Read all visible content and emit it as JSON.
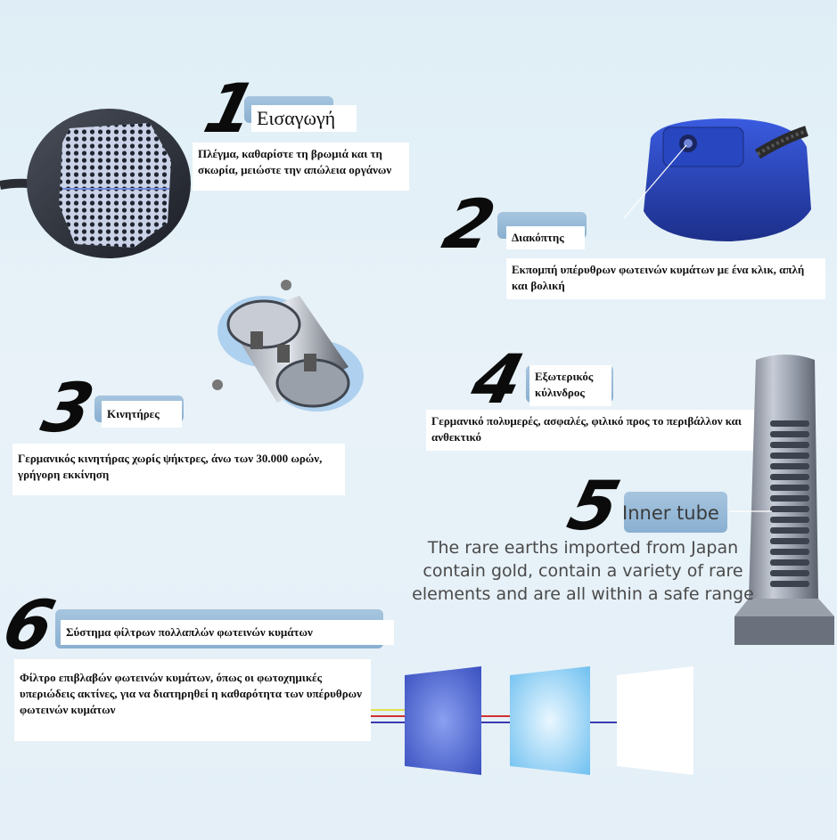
{
  "sections": [
    {
      "number": "1",
      "title": "Εισαγωγή",
      "text": "Πλέγμα, καθαρίστε τη βρωμιά και τη σκωρία, μειώστε την απώλεια οργάνων"
    },
    {
      "number": "2",
      "title": "Διακόπτης",
      "text": "Εκπομπή υπέρυθρων φωτεινών κυμάτων με ένα κλικ, απλή και βολική"
    },
    {
      "number": "3",
      "title": "Κινητήρες",
      "text": "Γερμανικός κινητήρας χωρίς ψήκτρες, άνω των 30.000 ωρών, γρήγορη εκκίνηση"
    },
    {
      "number": "4",
      "title": "Εξωτερικός κύλινδρος",
      "text": "Γερμανικό πολυμερές, ασφαλές, φιλικό προς το περιβάλλον και ανθεκτικό"
    },
    {
      "number": "5",
      "title": "Inner tube",
      "text": "The rare earths imported from Japan contain gold, contain a variety of rare elements and are all within a safe range"
    },
    {
      "number": "6",
      "title": "Σύστημα φίλτρων πολλαπλών φωτεινών κυμάτων",
      "text": "Φίλτρο επιβλαβών φωτεινών κυμάτων, όπως οι φωτοχημικές υπεριώδεις ακτίνες, για να διατηρηθεί η καθαρότητα των υπέρυθρων φωτεινών κυμάτων"
    }
  ],
  "colors": {
    "accent_pill": "#8fb4d6",
    "device_blue": "#2f4fc9",
    "filter_blue": "#3d55c4",
    "filter_light": "#7fc4ee"
  }
}
